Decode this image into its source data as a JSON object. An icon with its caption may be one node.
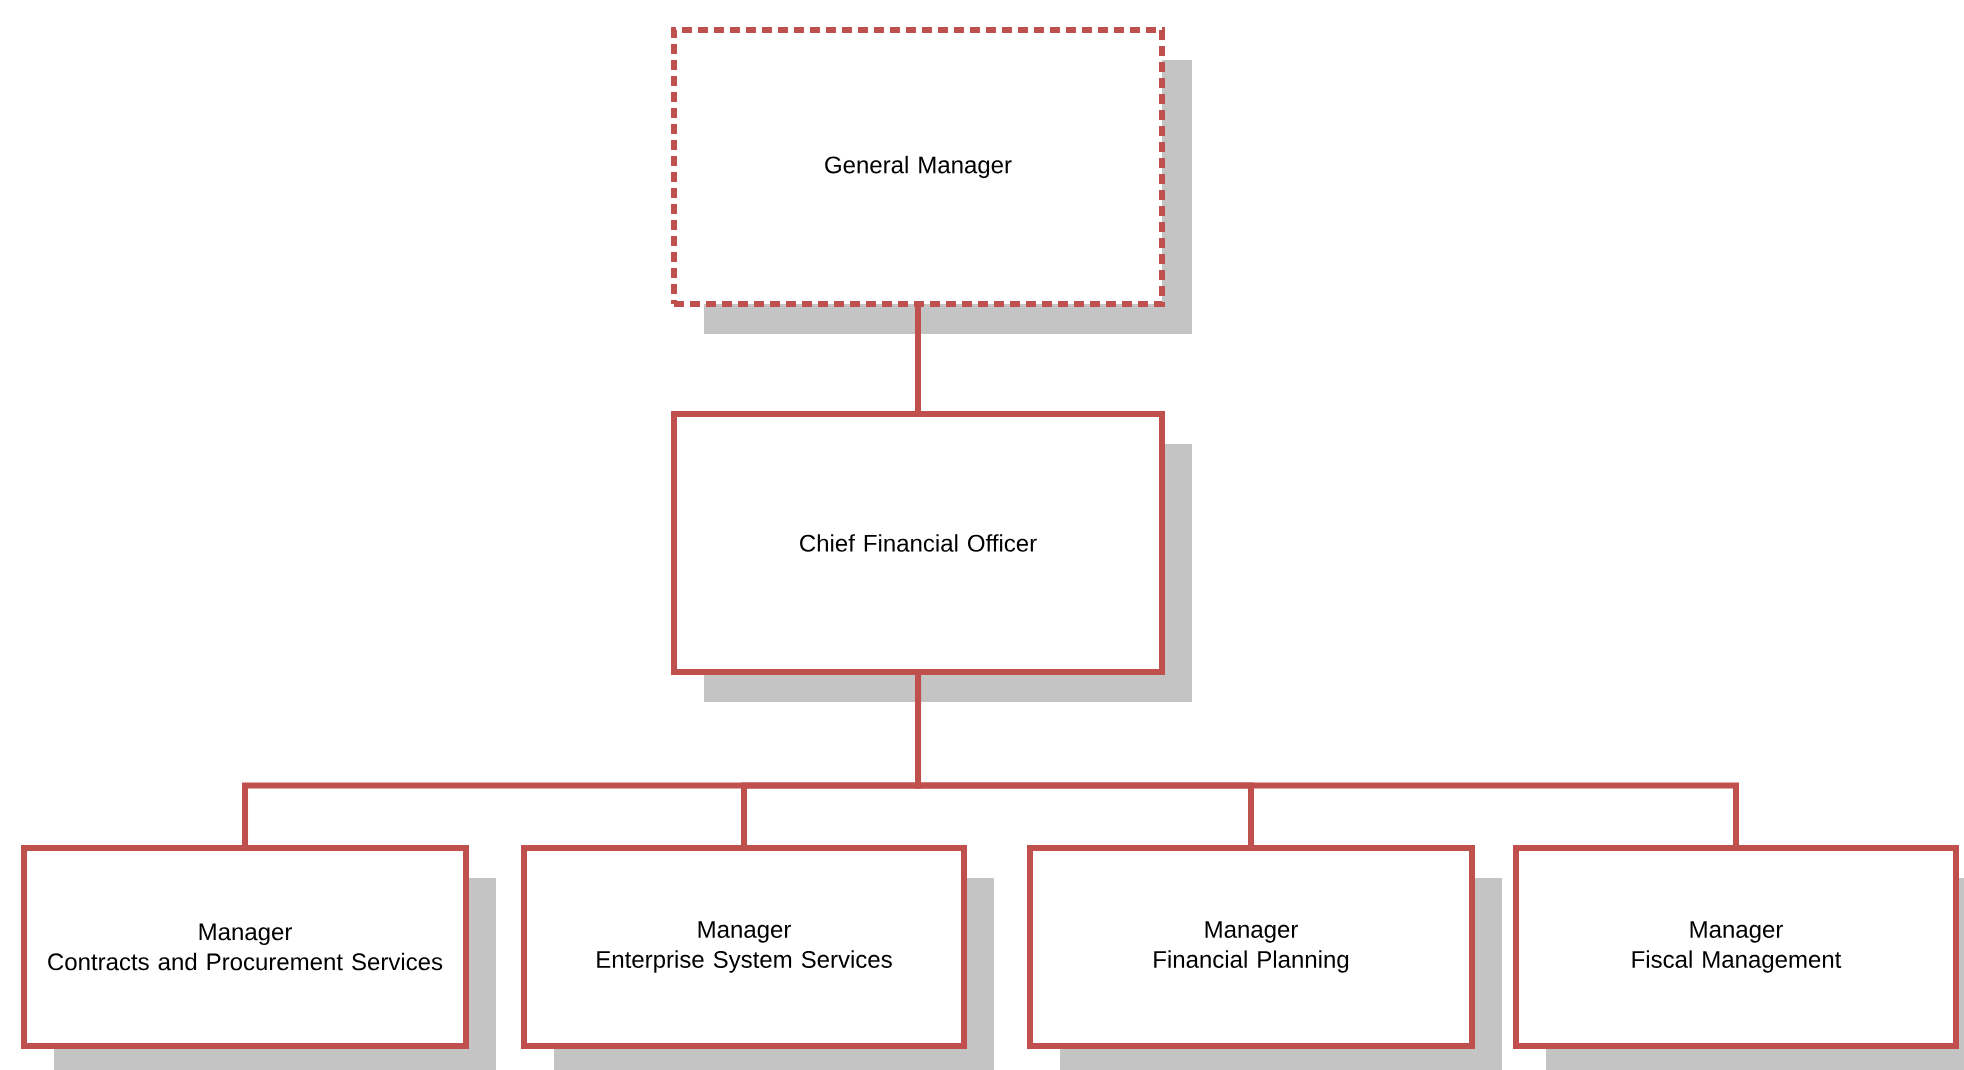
{
  "diagram": {
    "nodes": [
      {
        "text": [
          "General Manager"
        ]
      },
      {
        "text": [
          "Chief Financial Officer"
        ]
      },
      {
        "text": [
          "Manager",
          "Contracts and Procurement Services"
        ]
      },
      {
        "text": [
          "Manager",
          "Enterprise System Services"
        ]
      },
      {
        "text": [
          "Manager",
          "Financial Planning"
        ]
      },
      {
        "text": [
          "Manager",
          "Fiscal Management"
        ]
      }
    ],
    "edges": [
      {
        "from": 0,
        "to": 1,
        "arrow": "none"
      },
      {
        "from": 1,
        "to": 2,
        "arrow": "none"
      },
      {
        "from": 1,
        "to": 3,
        "arrow": "none"
      },
      {
        "from": 1,
        "to": 4,
        "arrow": "none"
      },
      {
        "from": 1,
        "to": 5,
        "arrow": "none"
      }
    ]
  }
}
